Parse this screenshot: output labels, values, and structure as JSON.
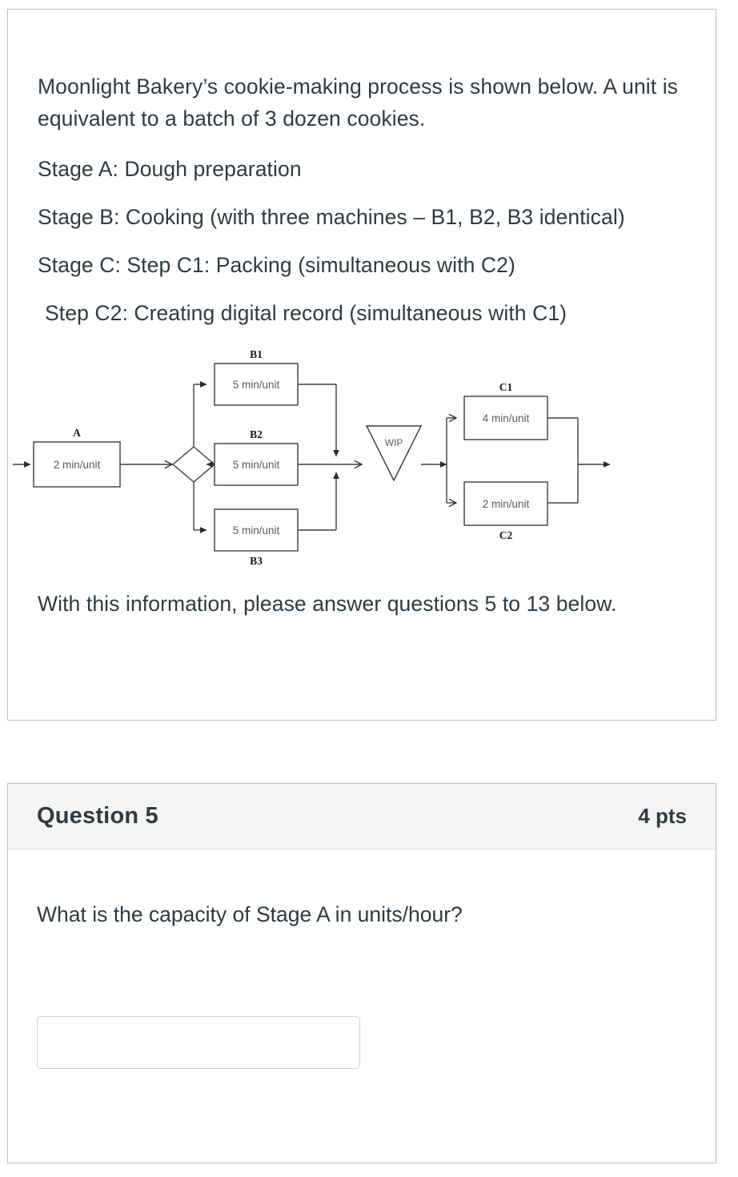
{
  "stem": {
    "paragraphs": [
      "Moonlight Bakery’s cookie-making process is shown below. A unit is equivalent to a batch of 3 dozen cookies.",
      "Stage A: Dough preparation",
      "Stage B: Cooking (with three machines – B1, B2, B3 identical)",
      "Stage C: Step C1: Packing (simultaneous with C2)",
      "Step C2: Creating digital record (simultaneous with C1)"
    ],
    "footer": "With this information, please answer questions 5 to 13 below."
  },
  "diagram": {
    "nodes": [
      {
        "id": "A",
        "label": "A",
        "label_pos": "above",
        "value": "2 min/unit"
      },
      {
        "id": "B1",
        "label": "B1",
        "label_pos": "above",
        "value": "5 min/unit"
      },
      {
        "id": "B2",
        "label": "B2",
        "label_pos": "above",
        "value": "5 min/unit"
      },
      {
        "id": "B3",
        "label": "B3",
        "label_pos": "below",
        "value": "5 min/unit"
      },
      {
        "id": "C1",
        "label": "C1",
        "label_pos": "above",
        "value": "4 min/unit"
      },
      {
        "id": "C2",
        "label": "C2",
        "label_pos": "below",
        "value": "2 min/unit"
      }
    ],
    "buffer": {
      "id": "WIP",
      "label": "WIP",
      "shape": "inverted-triangle"
    },
    "splitter": {
      "shape": "diamond"
    },
    "stroke_color": "#3d3d3d",
    "text_color": "#5a5a5a",
    "label_color": "#1a1a1a"
  },
  "question": {
    "title": "Question 5",
    "points": "4 pts",
    "text": "What is the capacity of Stage A in units/hour?",
    "answer_value": "",
    "answer_placeholder": ""
  }
}
